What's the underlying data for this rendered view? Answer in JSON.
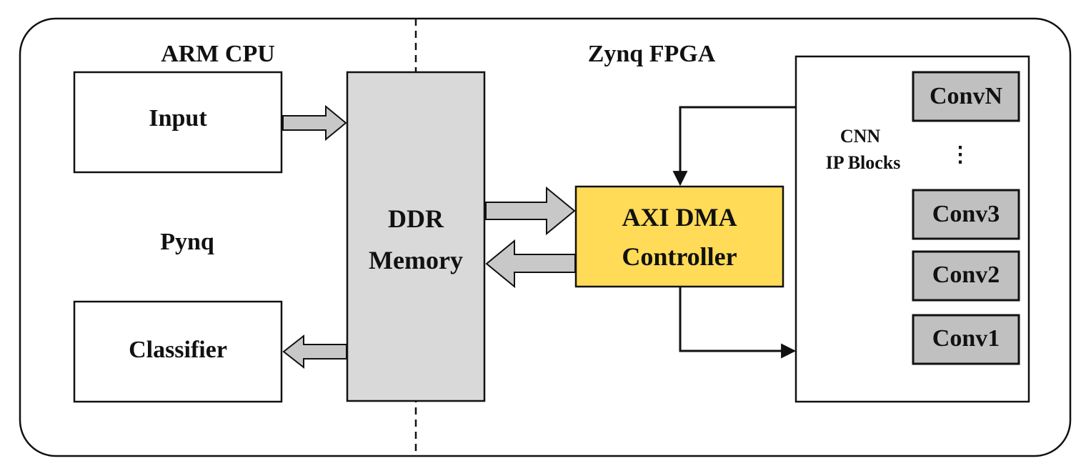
{
  "sections": {
    "cpu_title": "ARM CPU",
    "fpga_title": "Zynq FPGA",
    "framework": "Pynq"
  },
  "blocks": {
    "input": "Input",
    "classifier": "Classifier",
    "ddr_line1": "DDR",
    "ddr_line2": "Memory",
    "dma_line1": "AXI DMA",
    "dma_line2": "Controller",
    "cnn_line1": "CNN",
    "cnn_line2": "IP Blocks",
    "ellipsis": "⋮",
    "conv_blocks": [
      "ConvN",
      "Conv3",
      "Conv2",
      "Conv1"
    ]
  },
  "colors": {
    "ddr_fill": "#d9d9d9",
    "dma_fill": "#ffdb57",
    "conv_fill": "#c0c0c0",
    "arrow_fill": "#c8c8c8",
    "stroke": "#111111"
  }
}
